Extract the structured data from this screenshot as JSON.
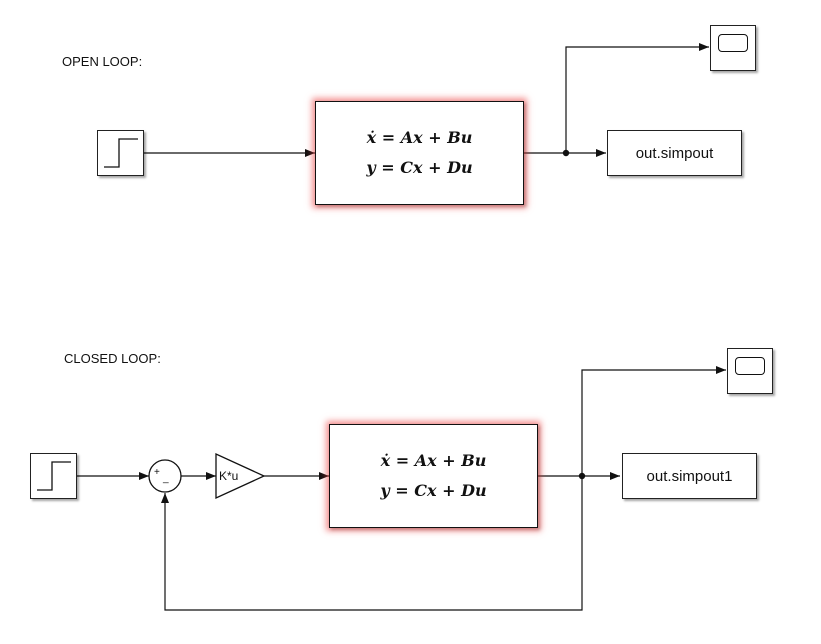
{
  "open_loop": {
    "label": "OPEN LOOP:",
    "state_space": {
      "line1": "ẋ = Ax + Bu",
      "line2": "y = Cx + Du"
    },
    "workspace_label": "out.simpout"
  },
  "closed_loop": {
    "label": "CLOSED LOOP:",
    "sum_signs": {
      "plus": "+",
      "minus": "_"
    },
    "gain_label": "K*u",
    "state_space": {
      "line1": "ẋ = Ax + Bu",
      "line2": "y = Cx + Du"
    },
    "workspace_label": "out.simpout1"
  }
}
